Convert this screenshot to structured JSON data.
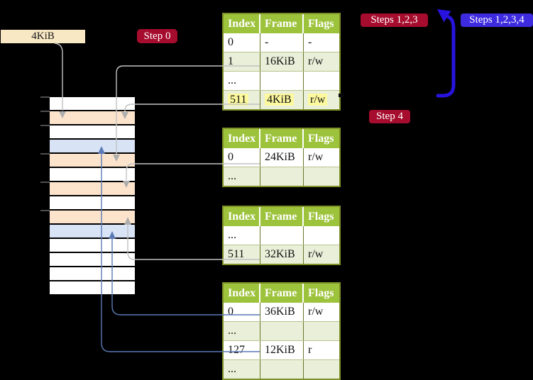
{
  "labels": {
    "page_size": "4KiB",
    "step0": "Step 0",
    "steps123": "Steps 1,2,3",
    "steps1234": "Steps 1,2,3,4",
    "step4": "Step 4"
  },
  "colors": {
    "label_red": "#a60c2d",
    "label_blue": "#3e2be0",
    "arrow_blue": "#2713dd",
    "steel_blue": "#5b79b5",
    "gray_line": "#c2c2c2",
    "gray_arrow": "#aeaeae",
    "header_green": "#9dc33c",
    "row_green": "#e9efd8",
    "border_olive": "#7e9027",
    "mem_orange": "#fce4cc",
    "mem_blue": "#d8e4f6",
    "cream": "#f8e8c4",
    "highlight_yellow": "#fcf99e"
  },
  "memory_column": {
    "rows": [
      "white",
      "orange",
      "white",
      "blue",
      "orange",
      "white",
      "orange",
      "white",
      "orange",
      "blue",
      "white",
      "white",
      "white",
      "white"
    ]
  },
  "tables": [
    {
      "name": "page-table-level4",
      "headers": [
        "Index",
        "Frame",
        "Flags"
      ],
      "rows": [
        {
          "cells": [
            "0",
            "-",
            "-"
          ]
        },
        {
          "cells": [
            "1",
            "16KiB",
            "r/w"
          ]
        },
        {
          "cells": [
            "...",
            "",
            ""
          ]
        },
        {
          "cells": [
            "511",
            "4KiB",
            "r/w"
          ],
          "highlight": true
        }
      ]
    },
    {
      "name": "page-table-level3",
      "headers": [
        "Index",
        "Frame",
        "Flags"
      ],
      "rows": [
        {
          "cells": [
            "0",
            "24KiB",
            "r/w"
          ]
        },
        {
          "cells": [
            "...",
            "",
            ""
          ]
        }
      ]
    },
    {
      "name": "page-table-level2",
      "headers": [
        "Index",
        "Frame",
        "Flags"
      ],
      "rows": [
        {
          "cells": [
            "...",
            "",
            ""
          ]
        },
        {
          "cells": [
            "511",
            "32KiB",
            "r/w"
          ]
        }
      ]
    },
    {
      "name": "page-table-level1",
      "headers": [
        "Index",
        "Frame",
        "Flags"
      ],
      "rows": [
        {
          "cells": [
            "0",
            "36KiB",
            "r/w"
          ]
        },
        {
          "cells": [
            "...",
            "",
            ""
          ]
        },
        {
          "cells": [
            "127",
            "12KiB",
            "r"
          ]
        },
        {
          "cells": [
            "...",
            "",
            ""
          ]
        }
      ]
    }
  ]
}
